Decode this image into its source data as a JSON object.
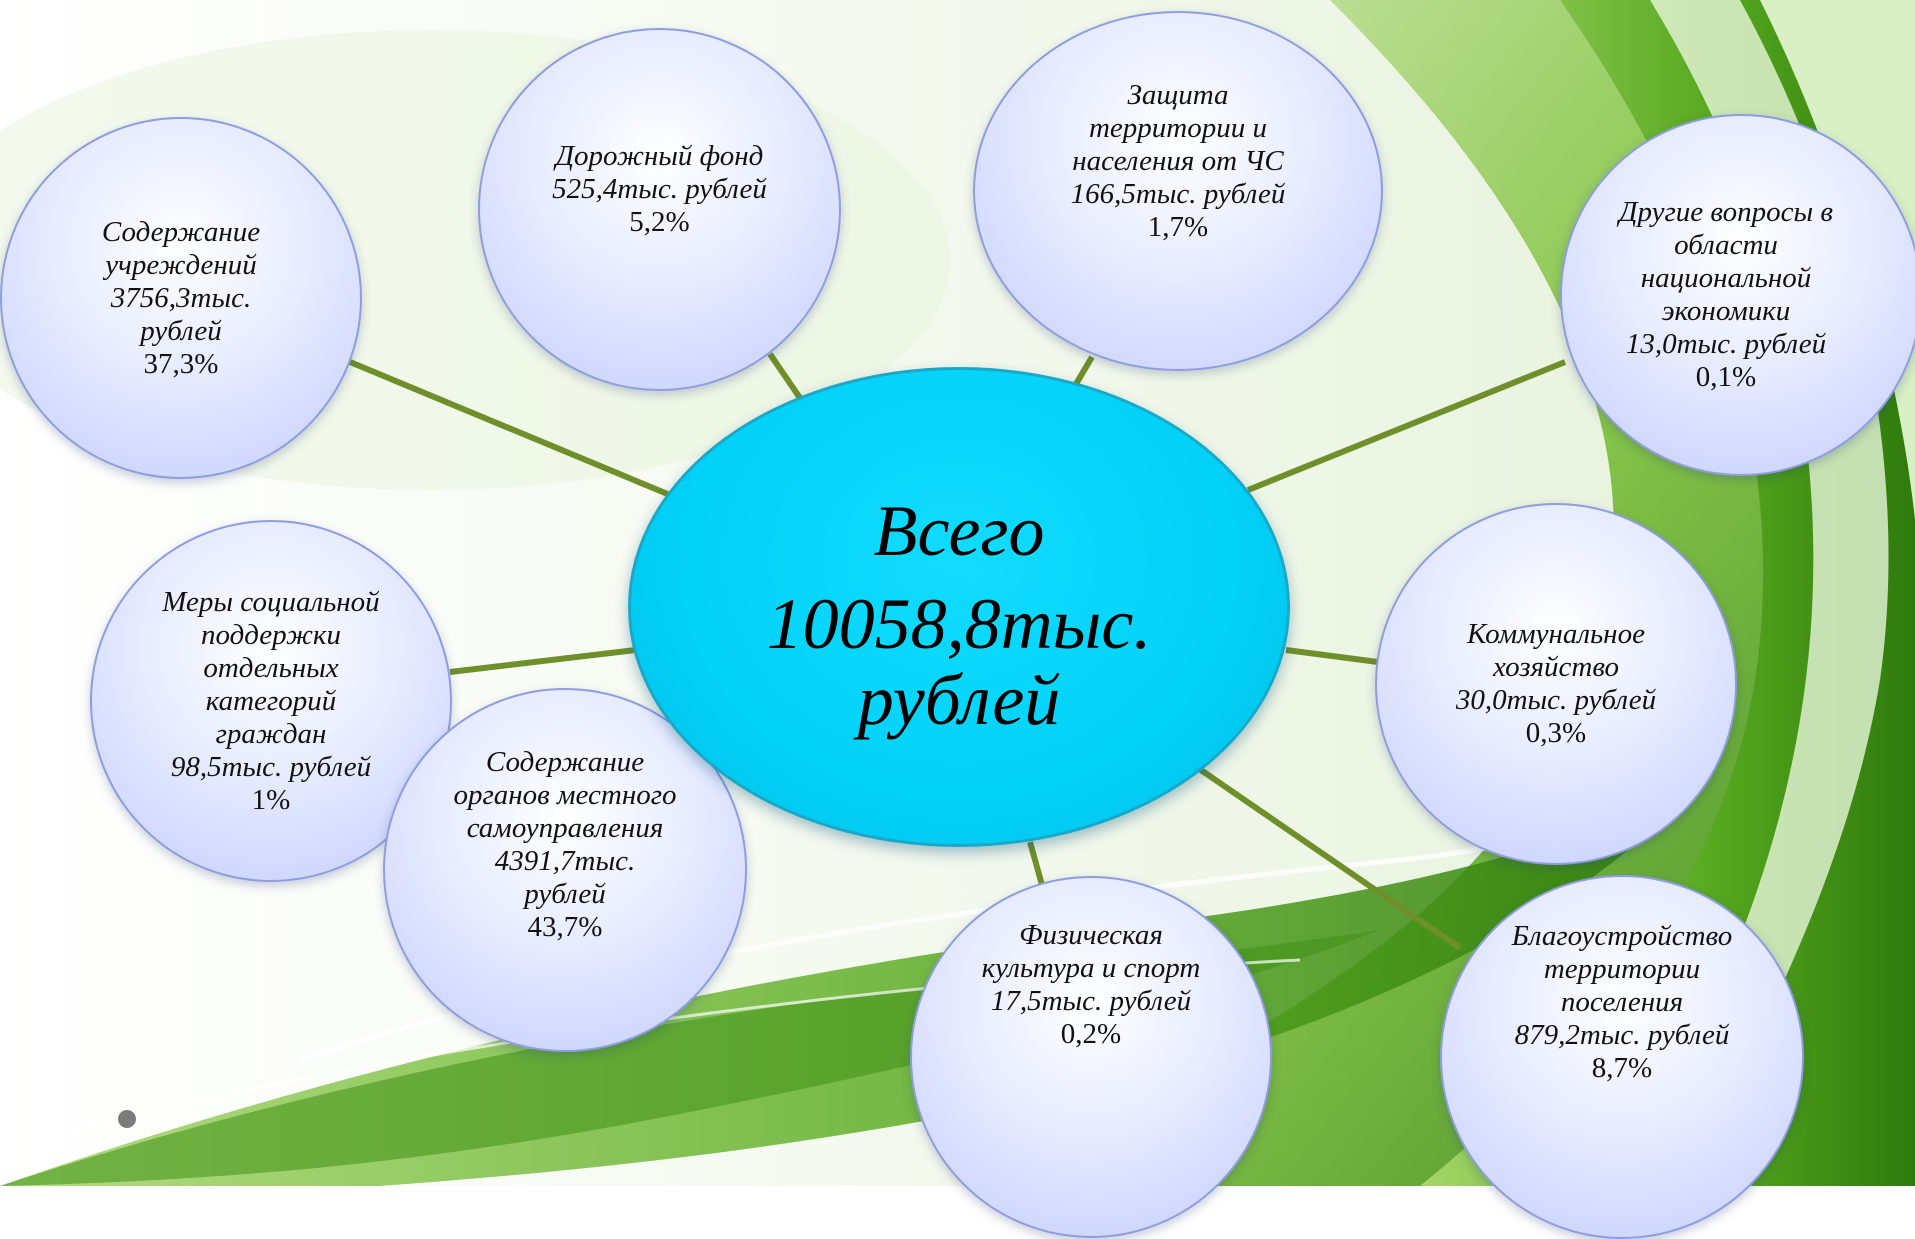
{
  "center": {
    "line1": "Всего",
    "line2": "10058,8тыс.",
    "line3": "рублей"
  },
  "nodes": [
    {
      "id": "institutions",
      "lines": [
        "Содержание",
        "учреждений",
        "3756,3тыс.",
        "рублей"
      ],
      "percent": "37,3%"
    },
    {
      "id": "road-fund",
      "lines": [
        "Дорожный фонд",
        "525,4тыс. рублей"
      ],
      "percent": "5,2%"
    },
    {
      "id": "emergency-protection",
      "lines": [
        "Защита",
        "территории и",
        "населения от ЧС",
        "166,5тыс. рублей"
      ],
      "percent": "1,7%"
    },
    {
      "id": "national-economy",
      "lines": [
        "Другие вопросы в",
        "области",
        "национальной",
        "экономики",
        "13,0тыс. рублей"
      ],
      "percent": "0,1%"
    },
    {
      "id": "social-support",
      "lines": [
        "Меры социальной",
        "поддержки",
        "отдельных",
        "категорий",
        "граждан",
        "98,5тыс. рублей"
      ],
      "percent": "1%"
    },
    {
      "id": "local-government",
      "lines": [
        "Содержание",
        "органов местного",
        "самоуправления",
        "4391,7тыс.",
        "рублей"
      ],
      "percent": "43,7%"
    },
    {
      "id": "utilities",
      "lines": [
        "Коммунальное",
        "хозяйство",
        "30,0тыс. рублей"
      ],
      "percent": "0,3%"
    },
    {
      "id": "sports",
      "lines": [
        "Физическая",
        "культура и спорт",
        "17,5тыс. рублей"
      ],
      "percent": "0,2%"
    },
    {
      "id": "landscaping",
      "lines": [
        "Благоустройство",
        "территории",
        "поселения",
        "879,2тыс. рублей"
      ],
      "percent": "8,7%"
    }
  ],
  "colors": {
    "connector": "#6f8f2a",
    "center_fill": "#02d1f8",
    "bubble_border": "#8e9ce0",
    "background_green": "#4a9a1a"
  }
}
